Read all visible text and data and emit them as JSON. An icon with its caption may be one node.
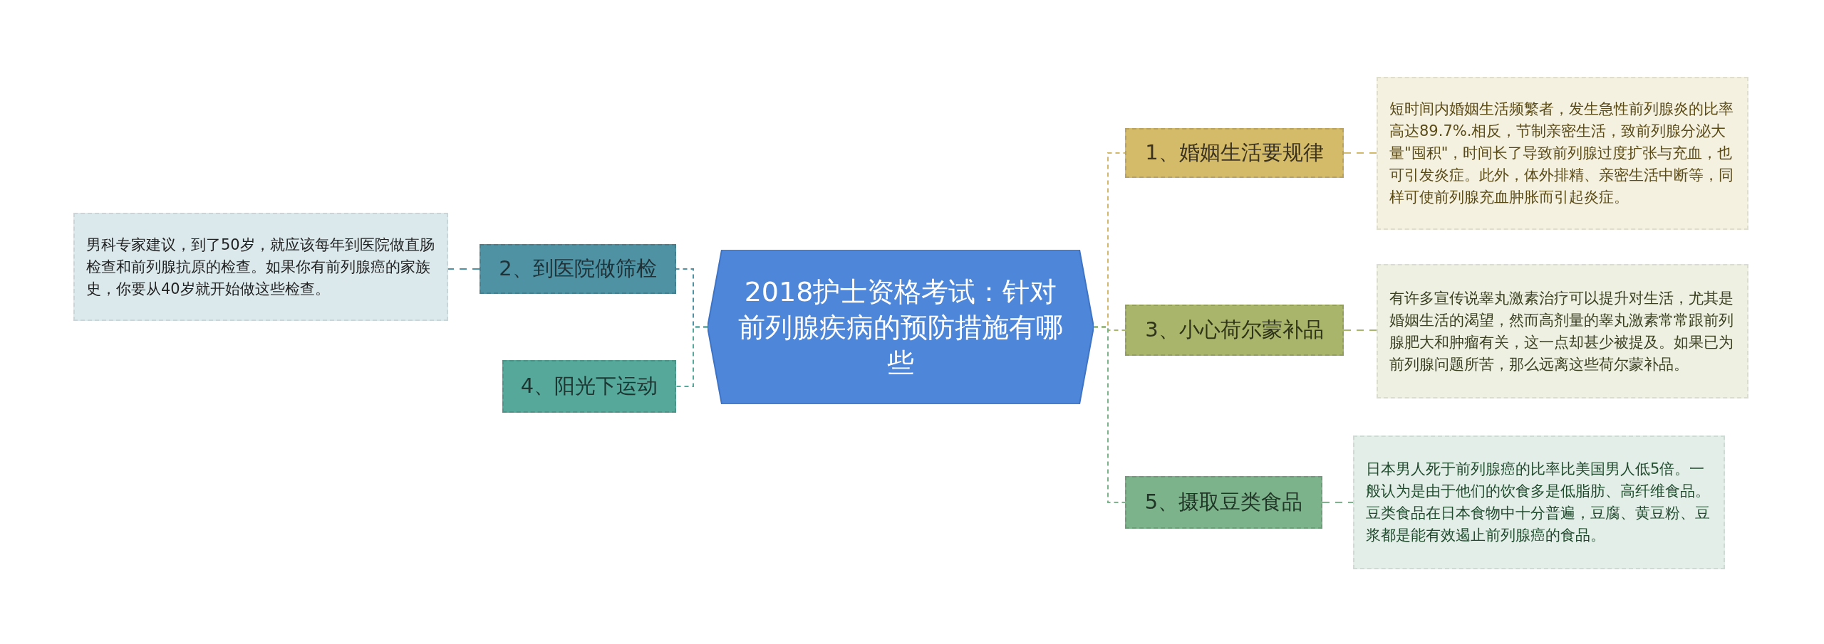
{
  "diagram": {
    "nodes": [
      {
        "text": [
          "2018护士资格考试：针对前列腺疾病的预防措施有哪些"
        ]
      },
      {
        "text": [
          "1、婚姻生活要规律"
        ]
      },
      {
        "text": [
          "短时间内婚姻生活频繁者，发生急性前列腺炎的比率高达89.7%.相反，节制亲密生活，致前列腺分泌大量\"囤积\"，时间长了导致前列腺过度扩张与充血，也可引发炎症。此外，体外排精、亲密生活中断等，同样可使前列腺充血肿胀而引起炎症。"
        ]
      },
      {
        "text": [
          "2、到医院做筛检"
        ]
      },
      {
        "text": [
          "男科专家建议，到了50岁，就应该每年到医院做直肠检查和前列腺抗原的检查。如果你有前列腺癌的家族史，你要从40岁就开始做这些检查。"
        ]
      },
      {
        "text": [
          "3、小心荷尔蒙补品"
        ]
      },
      {
        "text": [
          "有许多宣传说睾丸激素治疗可以提升对生活，尤其是婚姻生活的渴望，然而高剂量的睾丸激素常常跟前列腺肥大和肿瘤有关，这一点却甚少被提及。如果已为前列腺问题所苦，那么远离这些荷尔蒙补品。"
        ]
      },
      {
        "text": [
          "4、阳光下运动"
        ]
      },
      {
        "text": [
          "5、摄取豆类食品"
        ]
      },
      {
        "text": [
          "日本男人死于前列腺癌的比率比美国男人低5倍。一般认为是由于他们的饮食多是低脂肪、高纤维食品。豆类食品在日本食物中十分普遍，豆腐、黄豆粉、豆浆都是能有效遏止前列腺癌的食品。"
        ]
      }
    ],
    "edges": [
      {
        "from": 0,
        "to": 1,
        "arrow": "none",
        "color": "#d2b86a"
      },
      {
        "from": 1,
        "to": 2,
        "arrow": "none",
        "style": "dashed",
        "color": "#d2b86a"
      },
      {
        "from": 0,
        "to": 3,
        "arrow": "none",
        "color": "#4f92a3"
      },
      {
        "from": 3,
        "to": 4,
        "arrow": "none",
        "style": "dashed",
        "color": "#4f92a3"
      },
      {
        "from": 0,
        "to": 5,
        "arrow": "none",
        "color": "#a9b56b"
      },
      {
        "from": 5,
        "to": 6,
        "arrow": "none",
        "style": "dashed",
        "color": "#a9b56b"
      },
      {
        "from": 0,
        "to": 7,
        "arrow": "none",
        "color": "#55a89a"
      },
      {
        "from": 0,
        "to": 8,
        "arrow": "none",
        "color": "#7db38a"
      },
      {
        "from": 8,
        "to": 9,
        "arrow": "none",
        "style": "dashed",
        "color": "#7db38a"
      }
    ]
  }
}
